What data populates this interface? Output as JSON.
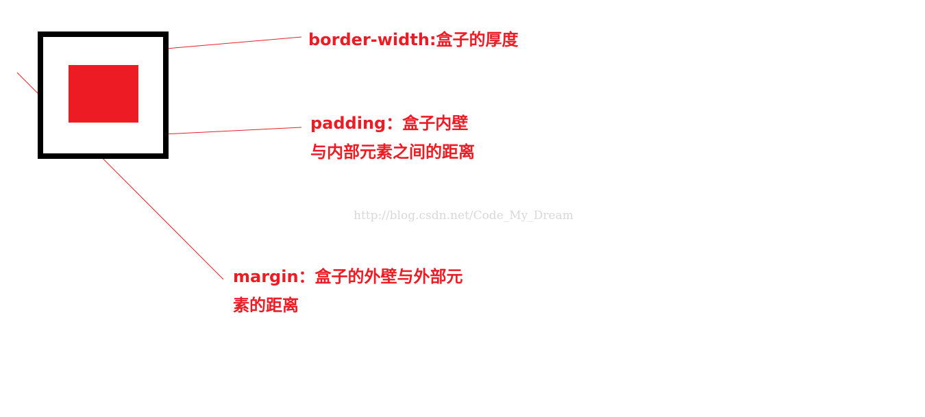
{
  "labels": {
    "border": [
      "border-width:盒子的厚度"
    ],
    "padding": [
      "padding：盒子内壁",
      "与内部元素之间的距离"
    ],
    "margin": [
      "margin：盒子的外壁与外部元",
      "素的距离"
    ]
  },
  "watermark": "http://blog.csdn.net/Code_My_Dream",
  "colors": {
    "accent": "#ed1c24",
    "border": "#000000",
    "watermark": "#d8d8d8"
  }
}
